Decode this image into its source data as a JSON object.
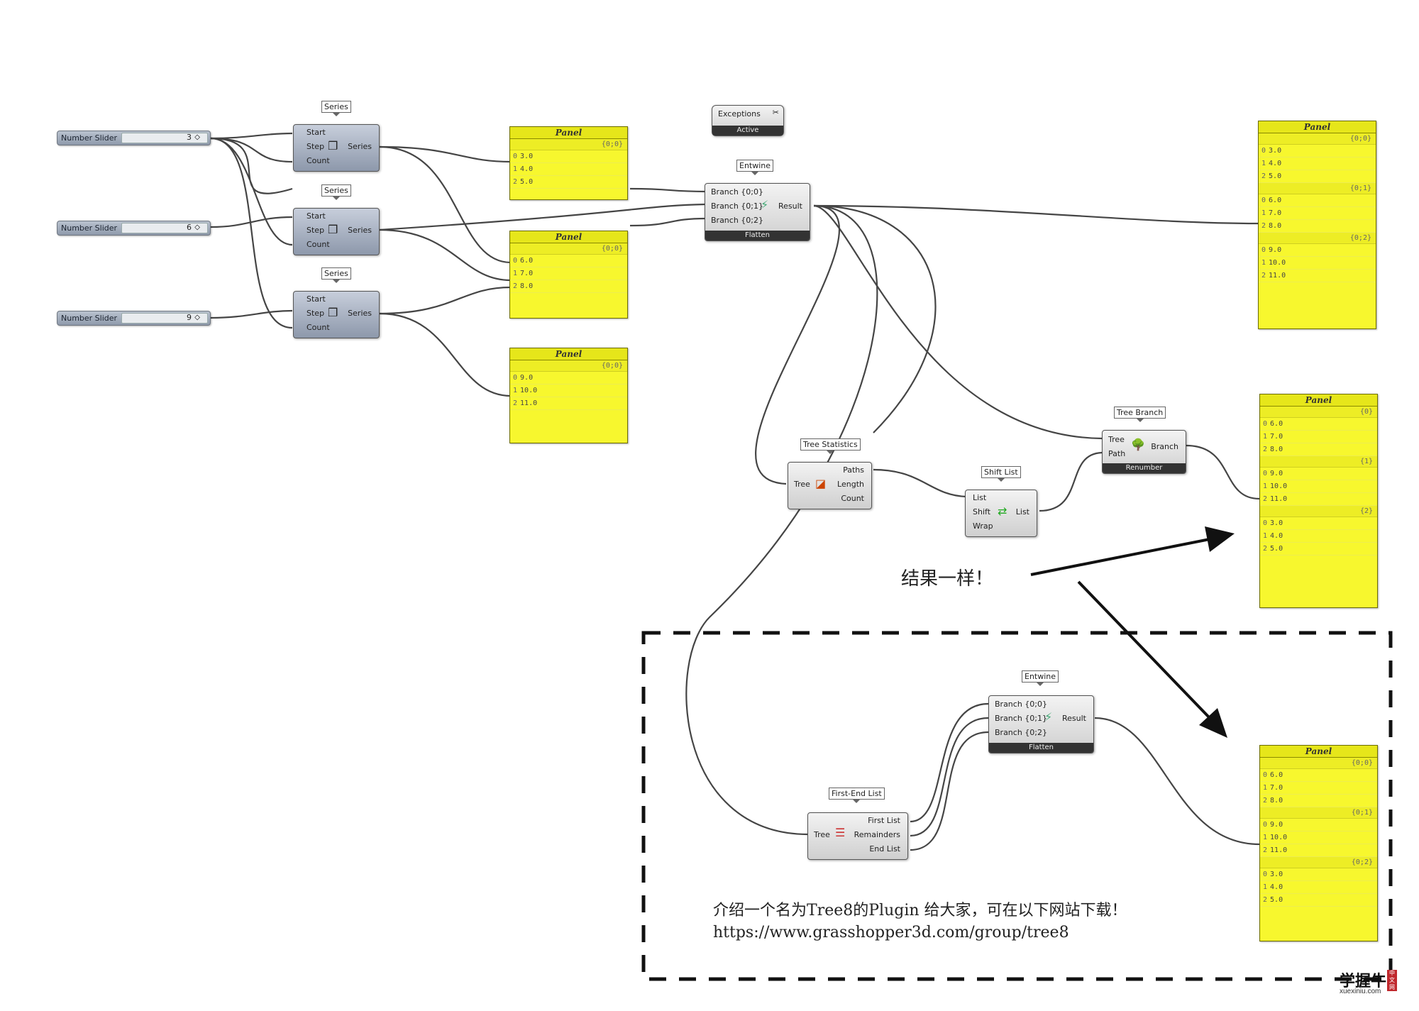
{
  "sliders": [
    {
      "label": "Number Slider",
      "value": "3"
    },
    {
      "label": "Number Slider",
      "value": "6"
    },
    {
      "label": "Number Slider",
      "value": "9"
    }
  ],
  "series": {
    "tag": "Series",
    "inputs": [
      "Start",
      "Step",
      "Count"
    ],
    "output": "Series"
  },
  "panels": {
    "title": "Panel",
    "p1": {
      "branch": "{0;0}",
      "rows": [
        [
          "0",
          "3.0"
        ],
        [
          "1",
          "4.0"
        ],
        [
          "2",
          "5.0"
        ]
      ]
    },
    "p2": {
      "branch": "{0;0}",
      "rows": [
        [
          "0",
          "6.0"
        ],
        [
          "1",
          "7.0"
        ],
        [
          "2",
          "8.0"
        ]
      ]
    },
    "p3": {
      "branch": "{0;0}",
      "rows": [
        [
          "0",
          "9.0"
        ],
        [
          "1",
          "10.0"
        ],
        [
          "2",
          "11.0"
        ]
      ]
    },
    "result1": [
      {
        "branch": "{0;0}",
        "rows": [
          [
            "0",
            "3.0"
          ],
          [
            "1",
            "4.0"
          ],
          [
            "2",
            "5.0"
          ]
        ]
      },
      {
        "branch": "{0;1}",
        "rows": [
          [
            "0",
            "6.0"
          ],
          [
            "1",
            "7.0"
          ],
          [
            "2",
            "8.0"
          ]
        ]
      },
      {
        "branch": "{0;2}",
        "rows": [
          [
            "0",
            "9.0"
          ],
          [
            "1",
            "10.0"
          ],
          [
            "2",
            "11.0"
          ]
        ]
      }
    ],
    "result2": [
      {
        "branch": "{0}",
        "rows": [
          [
            "0",
            "6.0"
          ],
          [
            "1",
            "7.0"
          ],
          [
            "2",
            "8.0"
          ]
        ]
      },
      {
        "branch": "{1}",
        "rows": [
          [
            "0",
            "9.0"
          ],
          [
            "1",
            "10.0"
          ],
          [
            "2",
            "11.0"
          ]
        ]
      },
      {
        "branch": "{2}",
        "rows": [
          [
            "0",
            "3.0"
          ],
          [
            "1",
            "4.0"
          ],
          [
            "2",
            "5.0"
          ]
        ]
      }
    ],
    "result3": [
      {
        "branch": "{0;0}",
        "rows": [
          [
            "0",
            "6.0"
          ],
          [
            "1",
            "7.0"
          ],
          [
            "2",
            "8.0"
          ]
        ]
      },
      {
        "branch": "{0;1}",
        "rows": [
          [
            "0",
            "9.0"
          ],
          [
            "1",
            "10.0"
          ],
          [
            "2",
            "11.0"
          ]
        ]
      },
      {
        "branch": "{0;2}",
        "rows": [
          [
            "0",
            "3.0"
          ],
          [
            "1",
            "4.0"
          ],
          [
            "2",
            "5.0"
          ]
        ]
      }
    ]
  },
  "exceptions": {
    "label": "Exceptions",
    "status": "Active"
  },
  "entwine": {
    "tag": "Entwine",
    "inputs": [
      "Branch {0;0}",
      "Branch {0;1}",
      "Branch {0;2}"
    ],
    "output": "Result",
    "footer": "Flatten"
  },
  "tree_statistics": {
    "tag": "Tree Statistics",
    "input": "Tree",
    "outputs": [
      "Paths",
      "Length",
      "Count"
    ]
  },
  "shift_list": {
    "tag": "Shift List",
    "inputs": [
      "List",
      "Shift",
      "Wrap"
    ],
    "output": "List"
  },
  "tree_branch": {
    "tag": "Tree Branch",
    "inputs": [
      "Tree",
      "Path"
    ],
    "output": "Branch",
    "footer": "Renumber"
  },
  "first_end": {
    "tag": "First-End List",
    "input": "Tree",
    "outputs": [
      "First List",
      "Remainders",
      "End List"
    ]
  },
  "caption_same": "结果一样！",
  "caption_plugin": "介绍一个名为Tree8的Plugin 给大家，可在以下网站下载！",
  "caption_url": "https://www.grasshopper3d.com/group/tree8",
  "watermark": {
    "name": "学握牛",
    "site": "xuexiniu.com",
    "badge": "中文网"
  },
  "colors": {
    "panel": "#f7f72e",
    "wire": "#444444",
    "component": "#c7cedb"
  }
}
